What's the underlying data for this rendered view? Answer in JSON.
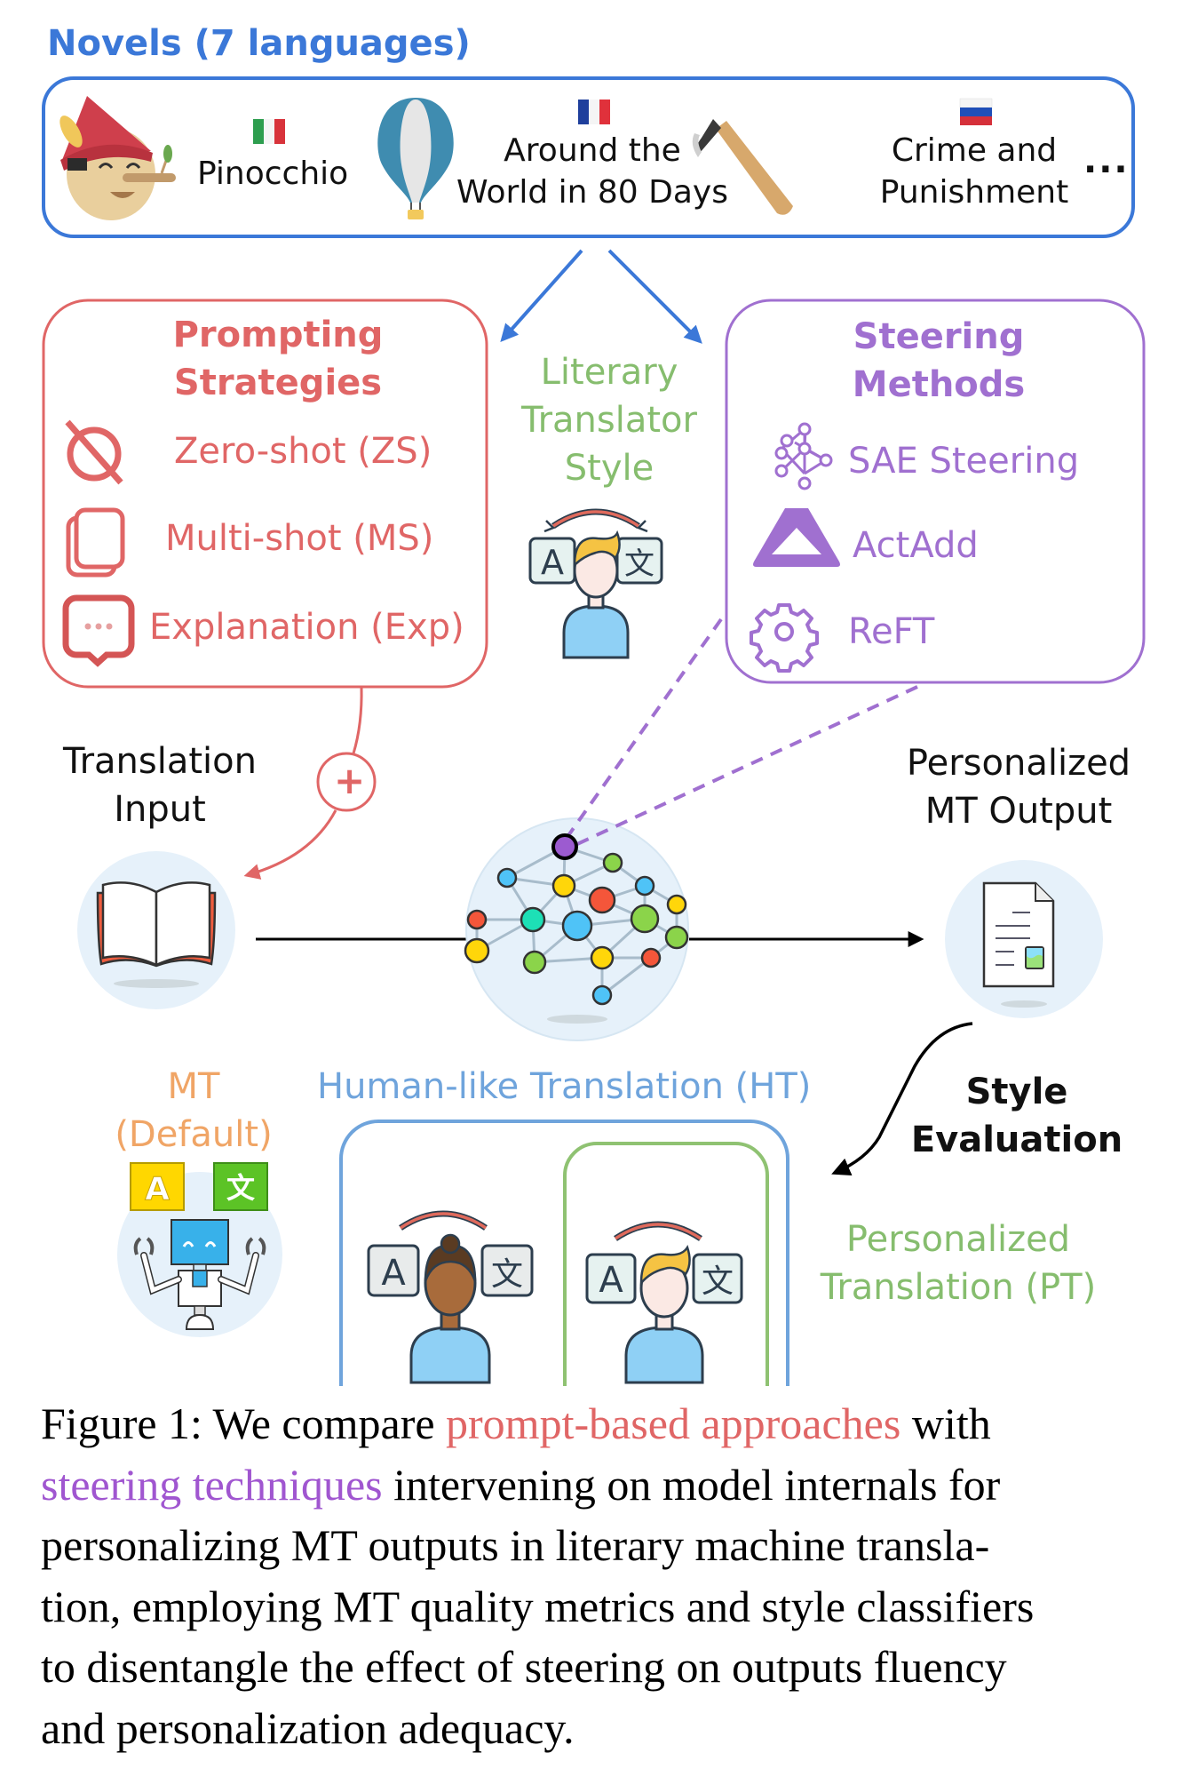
{
  "novels": {
    "title": "Novels (7 languages)",
    "books": [
      {
        "title": "Pinocchio",
        "flag": "italy-flag",
        "icon": "pinocchio-icon"
      },
      {
        "title_line1": "Around the",
        "title_line2": "World in 80 Days",
        "flag": "france-flag",
        "icon": "hot-air-balloon-icon"
      },
      {
        "title_line1": "Crime and",
        "title_line2": "Punishment",
        "flag": "russia-flag",
        "icon": "axe-icon"
      }
    ],
    "more": "..."
  },
  "prompting": {
    "title_line1": "Prompting",
    "title_line2": "Strategies",
    "items": [
      {
        "label": "Zero-shot (ZS)",
        "icon": "no-symbol-icon"
      },
      {
        "label": "Multi-shot (MS)",
        "icon": "stacked-cards-icon"
      },
      {
        "label": "Explanation (Exp)",
        "icon": "chat-bubble-icon"
      }
    ]
  },
  "literary": {
    "line1": "Literary",
    "line2": "Translator",
    "line3": "Style"
  },
  "steering": {
    "title_line1": "Steering",
    "title_line2": "Methods",
    "items": [
      {
        "label": "SAE Steering",
        "icon": "network-icon"
      },
      {
        "label": "ActAdd",
        "icon": "delta-icon"
      },
      {
        "label": "ReFT",
        "icon": "gear-icon"
      }
    ]
  },
  "pipeline": {
    "input_line1": "Translation",
    "input_line2": "Input",
    "plus": "+",
    "output_line1": "Personalized",
    "output_line2": "MT Output",
    "style_eval_line1": "Style",
    "style_eval_line2": "Evaluation"
  },
  "bottom": {
    "mt_line1": "MT",
    "mt_line2": "(Default)",
    "ht_label": "Human-like Translation (HT)",
    "pt_line1": "Personalized",
    "pt_line2": "Translation (PT)",
    "glyph_a": "A",
    "glyph_wen": "文"
  },
  "caption": {
    "prefix": "Figure 1: We compare ",
    "red_text": "prompt-based approaches",
    "after_red": " with",
    "purple_text": "steering techniques",
    "after_purple": " intervening on model internals for",
    "line3": "personalizing MT outputs in literary machine transla-",
    "line4": "tion, employing MT quality metrics and style classifiers",
    "line5": "to disentangle the effect of steering on outputs fluency",
    "line6": "and personalization adequacy."
  },
  "colors": {
    "novels_blue": "#3b78d8",
    "prompting_red": "#e06666",
    "steering_purple": "#a070d0",
    "literary_green": "#86bd6e",
    "mt_orange": "#f0a566",
    "ht_blue": "#6fa4dc"
  }
}
